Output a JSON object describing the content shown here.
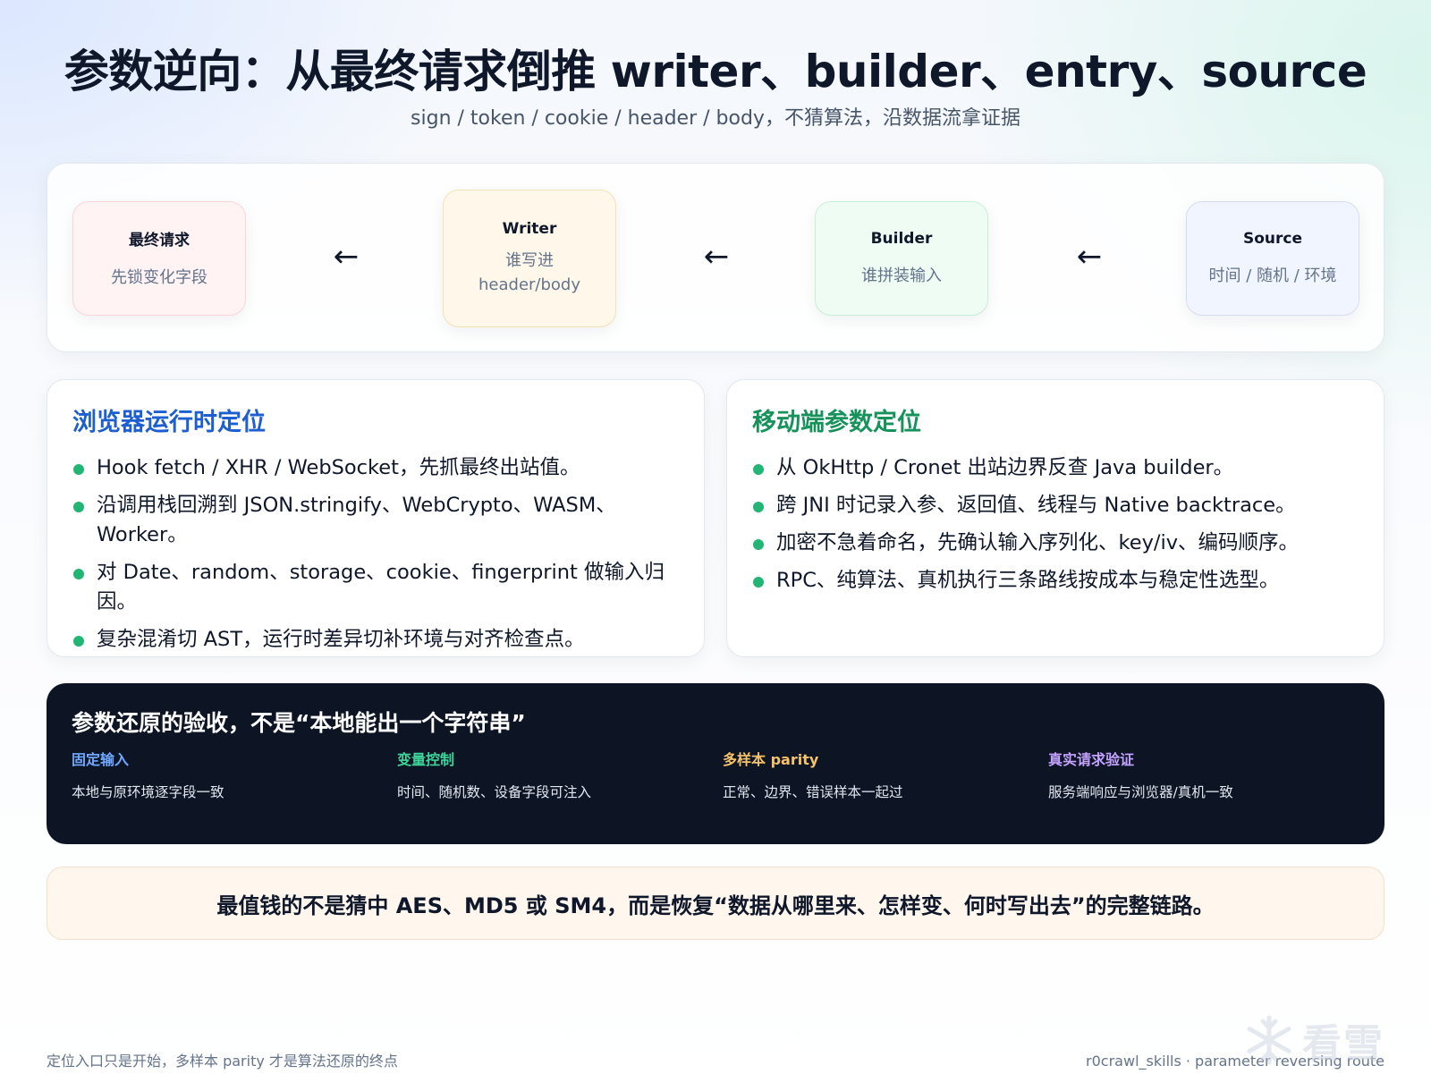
{
  "header": {
    "title": "参数逆向：从最终请求倒推 writer、builder、entry、source",
    "subtitle": "sign / token / cookie / header / body，不猜算法，沿数据流拿证据"
  },
  "flow": {
    "nodes": [
      {
        "title": "最终请求",
        "desc": "先锁变化字段"
      },
      {
        "title": "Writer",
        "desc": "谁写进\nheader/body"
      },
      {
        "title": "Builder",
        "desc": "谁拼装输入"
      },
      {
        "title": "Source",
        "desc": "时间 / 随机 / 环境"
      }
    ],
    "arrow": "←"
  },
  "browser_card": {
    "title": "浏览器运行时定位",
    "items": [
      "Hook fetch / XHR / WebSocket，先抓最终出站值。",
      "沿调用栈回溯到 JSON.stringify、WebCrypto、WASM、Worker。",
      "对 Date、random、storage、cookie、fingerprint 做输入归因。",
      "复杂混淆切 AST，运行时差异切补环境与对齐检查点。"
    ]
  },
  "mobile_card": {
    "title": "移动端参数定位",
    "items": [
      "从 OkHttp / Cronet 出站边界反查 Java builder。",
      "跨 JNI 时记录入参、返回值、线程与 Native backtrace。",
      "加密不急着命名，先确认输入序列化、key/iv、编码顺序。",
      "RPC、纯算法、真机执行三条路线按成本与稳定性选型。"
    ]
  },
  "acceptance": {
    "title": "参数还原的验收，不是“本地能出一个字符串”",
    "columns": [
      {
        "title": "固定输入",
        "desc": "本地与原环境逐字段一致",
        "color": "#6ea8ff"
      },
      {
        "title": "变量控制",
        "desc": "时间、随机数、设备字段可注入",
        "color": "#3fd49a"
      },
      {
        "title": "多样本 parity",
        "desc": "正常、边界、错误样本一起过",
        "color": "#f5c26b"
      },
      {
        "title": "真实请求验证",
        "desc": "服务端响应与浏览器/真机一致",
        "color": "#c4a2ff"
      }
    ]
  },
  "note": "最值钱的不是猜中 AES、MD5 或 SM4，而是恢复“数据从哪里来、怎样变、何时写出去”的完整链路。",
  "footer": {
    "left": "定位入口只是开始，多样本 parity 才是算法还原的终点",
    "right": "r0crawl_skills · parameter reversing route"
  },
  "watermark": {
    "text": "看雪",
    "icon": "snowflake-icon"
  }
}
